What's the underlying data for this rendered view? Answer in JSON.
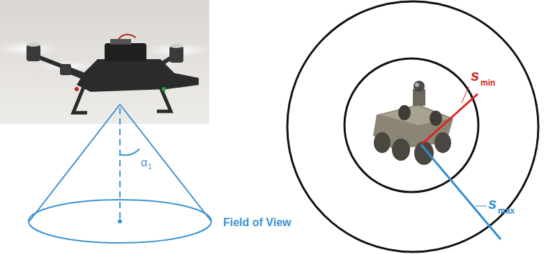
{
  "diagram": {
    "labels": [
      "α",
      "1",
      "Field of View",
      "s",
      "min",
      "s",
      "max"
    ]
  }
}
